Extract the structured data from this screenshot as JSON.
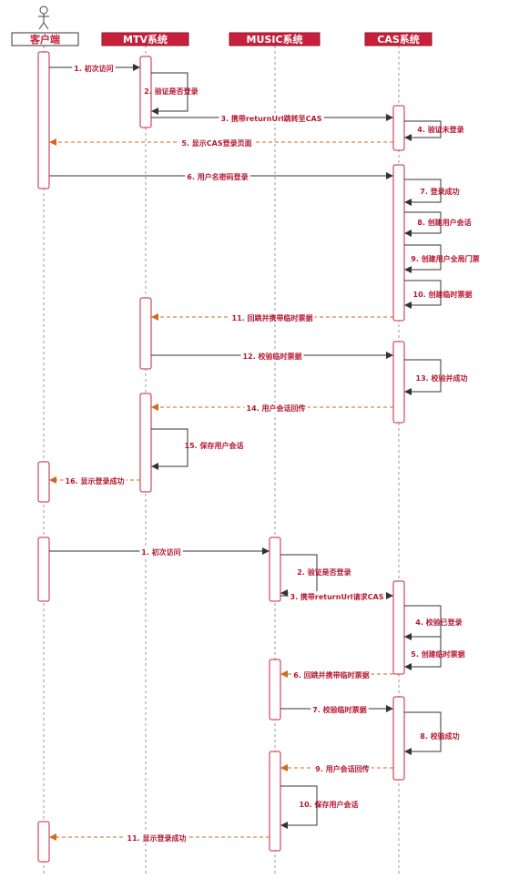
{
  "diagram": {
    "participants": [
      {
        "id": "client",
        "label": "客户端",
        "style": "outline"
      },
      {
        "id": "mtv",
        "label": "MTV系统",
        "style": "filled"
      },
      {
        "id": "music",
        "label": "MUSIC系统",
        "style": "filled"
      },
      {
        "id": "cas",
        "label": "CAS系统",
        "style": "filled"
      }
    ],
    "messages": [
      {
        "label": "1. 初次访问",
        "type": "sync"
      },
      {
        "label": "2. 验证是否登录",
        "type": "self"
      },
      {
        "label": "3. 携带returnUrl跳转至CAS",
        "type": "sync"
      },
      {
        "label": "4. 验证未登录",
        "type": "self"
      },
      {
        "label": "5. 显示CAS登录页面",
        "type": "return"
      },
      {
        "label": "6. 用户名密码登录",
        "type": "sync"
      },
      {
        "label": "7. 登录成功",
        "type": "self"
      },
      {
        "label": "8. 创建用户会话",
        "type": "self"
      },
      {
        "label": "9. 创建用户全局门票",
        "type": "self"
      },
      {
        "label": "10. 创建临时票据",
        "type": "self"
      },
      {
        "label": "11. 回跳并携带临时票据",
        "type": "return"
      },
      {
        "label": "12. 校验临时票据",
        "type": "sync"
      },
      {
        "label": "13. 校验并成功",
        "type": "self"
      },
      {
        "label": "14. 用户会话回传",
        "type": "return"
      },
      {
        "label": "15. 保存用户会话",
        "type": "self"
      },
      {
        "label": "16. 显示登录成功",
        "type": "return"
      },
      {
        "label": "1. 初次访问",
        "type": "sync"
      },
      {
        "label": "2. 验证是否登录",
        "type": "self"
      },
      {
        "label": "3. 携带returnUrl请求CAS",
        "type": "sync"
      },
      {
        "label": "4. 校验已登录",
        "type": "self"
      },
      {
        "label": "5. 创建临时票据",
        "type": "self"
      },
      {
        "label": "6. 回跳并携带临时票据",
        "type": "return"
      },
      {
        "label": "7. 校验临时票据",
        "type": "sync"
      },
      {
        "label": "8. 校验成功",
        "type": "self"
      },
      {
        "label": "9. 用户会话回传",
        "type": "return"
      },
      {
        "label": "10. 保存用户会话",
        "type": "self"
      },
      {
        "label": "11. 显示登录成功",
        "type": "return"
      }
    ],
    "colors": {
      "accent": "#c8203c",
      "text": "#b5172f",
      "sync_arrow": "#333333",
      "return_arrow": "#d2691e",
      "lifeline": "#999999"
    }
  }
}
